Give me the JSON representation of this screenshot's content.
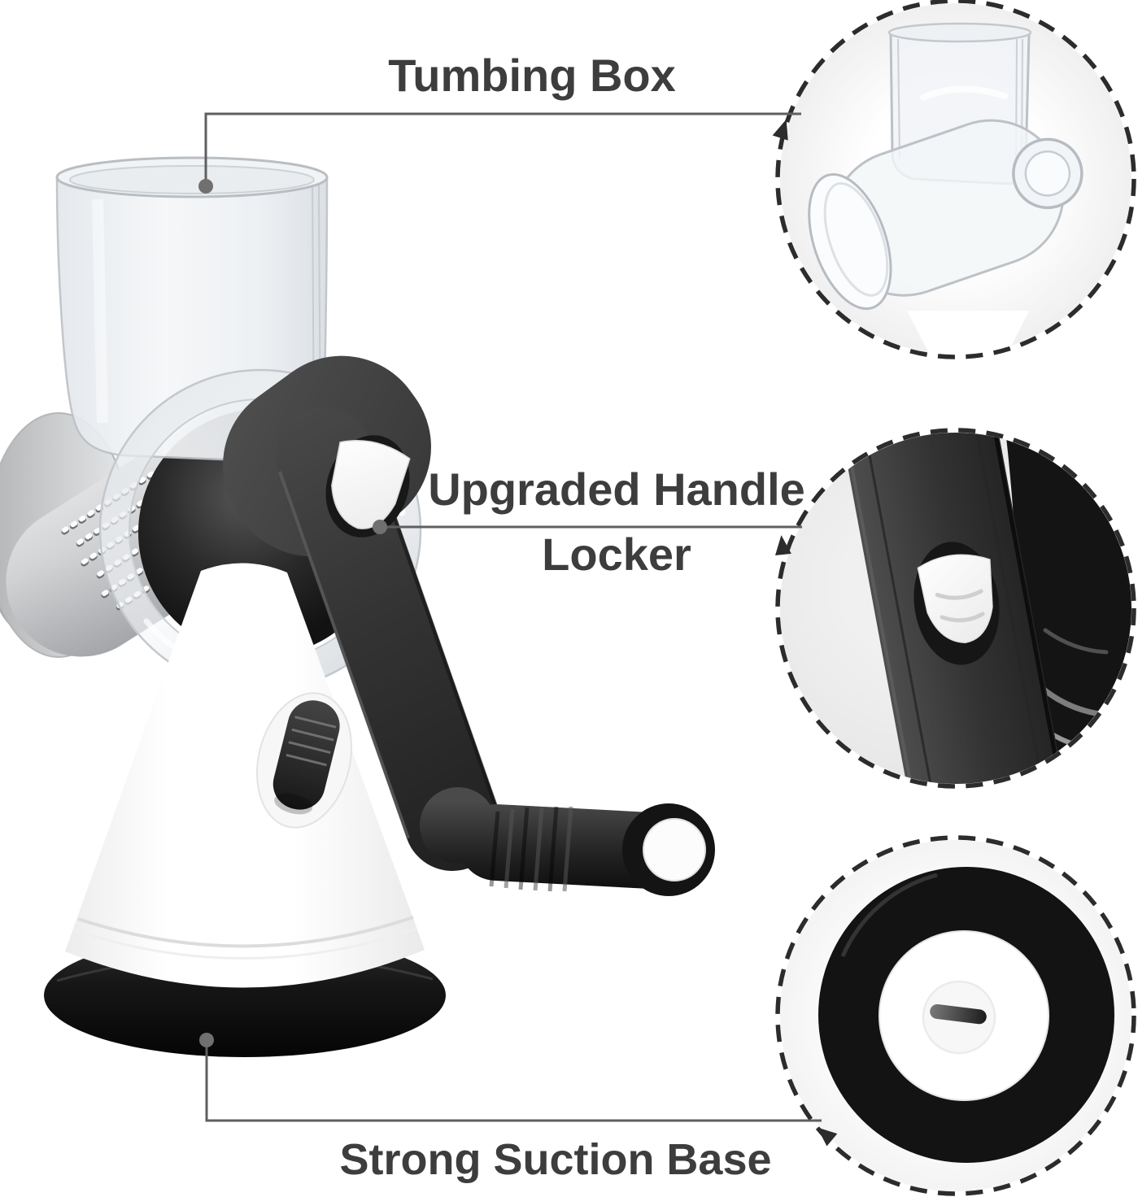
{
  "labels": {
    "tumbling_box": "Tumbing Box",
    "handle_locker_line1": "Upgraded Handle",
    "handle_locker_line2": "Locker",
    "suction_base": "Strong Suction Base"
  },
  "callouts": [
    {
      "name": "tumbling-box-zoom"
    },
    {
      "name": "handle-locker-zoom"
    },
    {
      "name": "suction-base-zoom"
    }
  ],
  "colors": {
    "background": "#ffffff",
    "label_text": "#3d3d3d",
    "connector_line": "#5f5f5f",
    "connector_dot": "#707070",
    "callout_dash": "#2c2c2c",
    "handle_dark": "#2f2f2f",
    "base_ring_black": "#151515",
    "cone_white": "#ffffff",
    "glass_stroke": "#bdc2c7",
    "steel_light": "#eceff2",
    "steel_dark": "#97999c"
  }
}
